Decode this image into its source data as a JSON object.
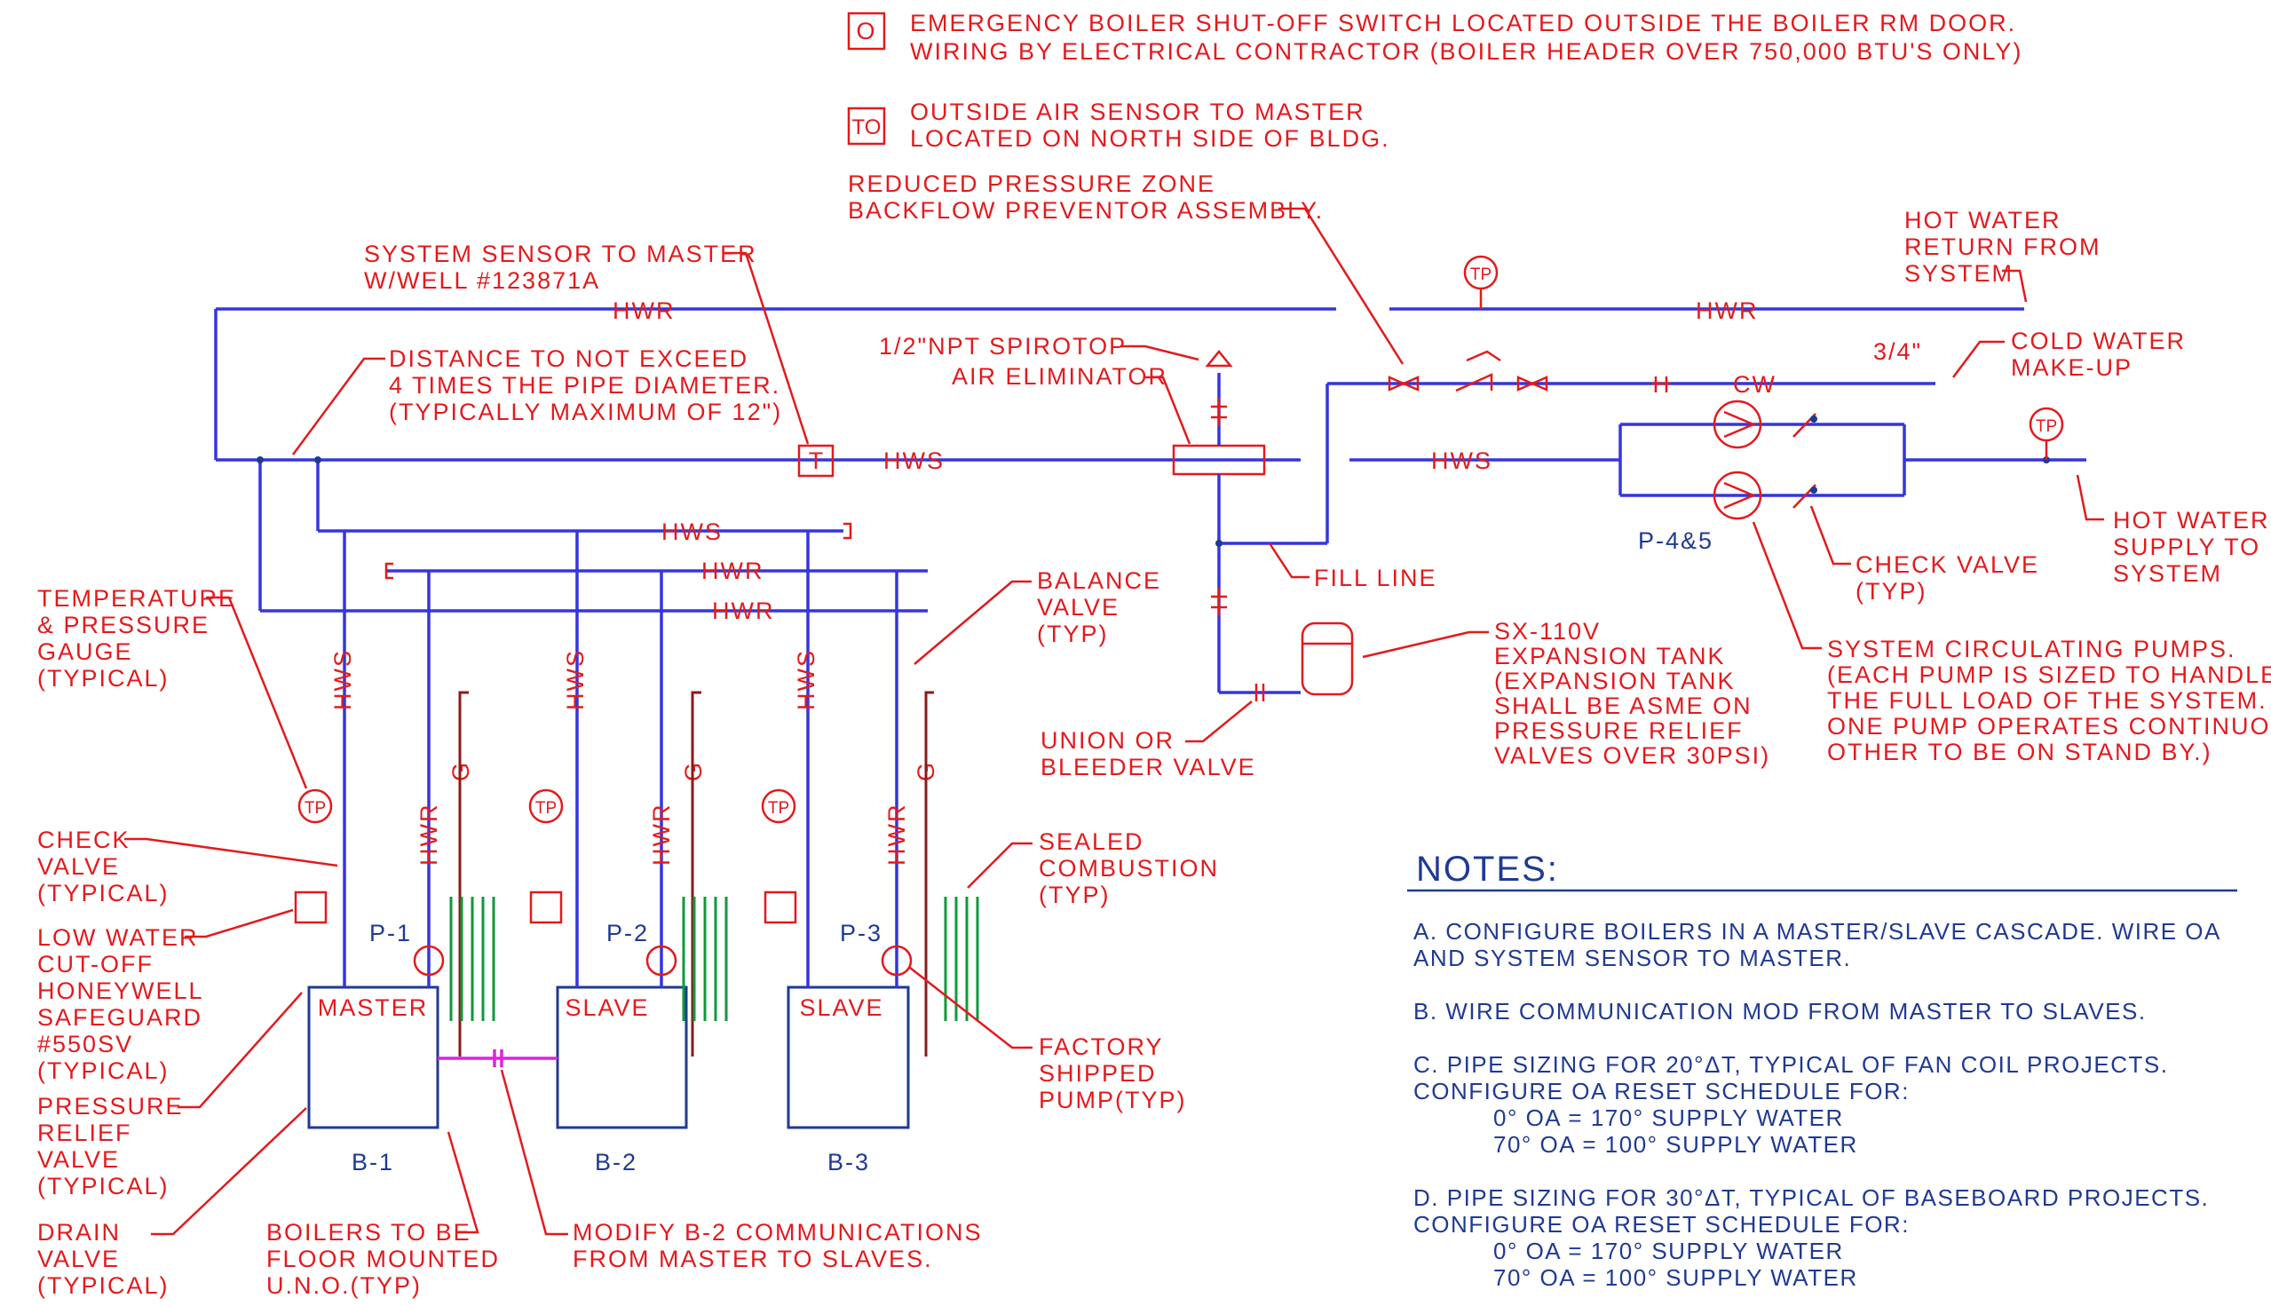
{
  "legend": {
    "shutoff_symbol": "O",
    "shutoff_l1": "EMERGENCY BOILER SHUT-OFF SWITCH LOCATED OUTSIDE THE BOILER RM DOOR.",
    "shutoff_l2": "WIRING BY ELECTRICAL CONTRACTOR (BOILER HEADER OVER 750,000 BTU'S ONLY)",
    "oa_symbol": "TO",
    "oa_l1": "OUTSIDE AIR SENSOR TO MASTER",
    "oa_l2": "LOCATED ON NORTH SIDE OF BLDG."
  },
  "pipes": {
    "hwr": "HWR",
    "hws": "HWS",
    "cw": "CW",
    "g": "G",
    "tp": "TP",
    "t": "T",
    "size_34": "3/4\""
  },
  "callouts": {
    "rpz_l1": "REDUCED PRESSURE ZONE",
    "rpz_l2": "BACKFLOW PREVENTOR ASSEMBLY.",
    "sys_sensor_l1": "SYSTEM SENSOR TO MASTER",
    "sys_sensor_l2": "W/WELL #123871A",
    "hw_return_l1": "HOT WATER",
    "hw_return_l2": "RETURN FROM",
    "hw_return_l3": "SYSTEM",
    "spirotop_l1": "1/2\"NPT SPIROTOP",
    "spirotop_l2": "AIR ELIMINATOR",
    "distance_l1": "DISTANCE TO NOT EXCEED",
    "distance_l2": "4 TIMES THE PIPE DIAMETER.",
    "distance_l3": "(TYPICALLY MAXIMUM OF 12\")",
    "cold_water_l1": "COLD WATER",
    "cold_water_l2": "MAKE-UP",
    "hw_supply_l1": "HOT WATER",
    "hw_supply_l2": "SUPPLY TO",
    "hw_supply_l3": "SYSTEM",
    "fill_line": "FILL LINE",
    "pumps_tag": "P-4&5",
    "check_valve_l1": "CHECK VALVE",
    "check_valve_l2": "(TYP)",
    "tp_gauge_l1": "TEMPERATURE",
    "tp_gauge_l2": "& PRESSURE",
    "tp_gauge_l3": "GAUGE",
    "tp_gauge_l4": "(TYPICAL)",
    "balance_l1": "BALANCE",
    "balance_l2": "VALVE",
    "balance_l3": "(TYP)",
    "exp_tank_l1": "SX-110V",
    "exp_tank_l2": "EXPANSION TANK",
    "exp_tank_l3": "(EXPANSION TANK",
    "exp_tank_l4": "SHALL BE ASME ON",
    "exp_tank_l5": "PRESSURE RELIEF",
    "exp_tank_l6": "VALVES OVER 30PSI)",
    "circ_l1": "SYSTEM CIRCULATING PUMPS.",
    "circ_l2": "(EACH PUMP IS SIZED TO HANDLE",
    "circ_l3": "THE FULL LOAD OF THE SYSTEM.",
    "circ_l4": "ONE PUMP OPERATES CONTINUOUS,",
    "circ_l5": "OTHER TO BE ON STAND BY.)",
    "union_l1": "UNION OR",
    "union_l2": "BLEEDER VALVE",
    "check_typ_l1": "CHECK",
    "check_typ_l2": "VALVE",
    "check_typ_l3": "(TYPICAL)",
    "lwco_l1": "LOW WATER",
    "lwco_l2": "CUT-OFF",
    "lwco_l3": "HONEYWELL",
    "lwco_l4": "SAFEGUARD",
    "lwco_l5": "#550SV",
    "lwco_l6": "(TYPICAL)",
    "sealed_l1": "SEALED",
    "sealed_l2": "COMBUSTION",
    "sealed_l3": "(TYP)",
    "prv_l1": "PRESSURE",
    "prv_l2": "RELIEF",
    "prv_l3": "VALVE",
    "prv_l4": "(TYPICAL)",
    "factory_l1": "FACTORY",
    "factory_l2": "SHIPPED",
    "factory_l3": "PUMP(TYP)",
    "drain_l1": "DRAIN",
    "drain_l2": "VALVE",
    "drain_l3": "(TYPICAL)",
    "floor_l1": "BOILERS TO BE",
    "floor_l2": "FLOOR MOUNTED",
    "floor_l3": "U.N.O.(TYP)",
    "modify_l1": "MODIFY B-2 COMMUNICATIONS",
    "modify_l2": "FROM MASTER TO SLAVES."
  },
  "boilers": [
    {
      "tag": "B-1",
      "role": "MASTER",
      "pump": "P-1"
    },
    {
      "tag": "B-2",
      "role": "SLAVE",
      "pump": "P-2"
    },
    {
      "tag": "B-3",
      "role": "SLAVE",
      "pump": "P-3"
    }
  ],
  "notes": {
    "title": "NOTES:",
    "a_l1": "A. CONFIGURE BOILERS IN A MASTER/SLAVE CASCADE. WIRE OA",
    "a_l2": "AND SYSTEM SENSOR TO MASTER.",
    "b_l1": "B. WIRE COMMUNICATION MOD FROM MASTER TO SLAVES.",
    "c_l1": "C. PIPE SIZING FOR 20°ΔT, TYPICAL OF FAN COIL PROJECTS.",
    "c_l2": "CONFIGURE OA RESET SCHEDULE FOR:",
    "c_l3": "0° OA = 170° SUPPLY WATER",
    "c_l4": "70° OA = 100° SUPPLY WATER",
    "d_l1": "D. PIPE SIZING FOR 30°ΔT, TYPICAL OF BASEBOARD PROJECTS.",
    "d_l2": "CONFIGURE OA RESET SCHEDULE FOR:",
    "d_l3": "0° OA = 170° SUPPLY WATER",
    "d_l4": "70° OA = 100° SUPPLY WATER"
  },
  "colors": {
    "annotation": "#e31a1c",
    "pipe": "#3535e0",
    "equipment": "#1f3a93",
    "gas": "#8b1a1a",
    "combustion": "#0b9b3b",
    "comm": "#e020e0"
  }
}
